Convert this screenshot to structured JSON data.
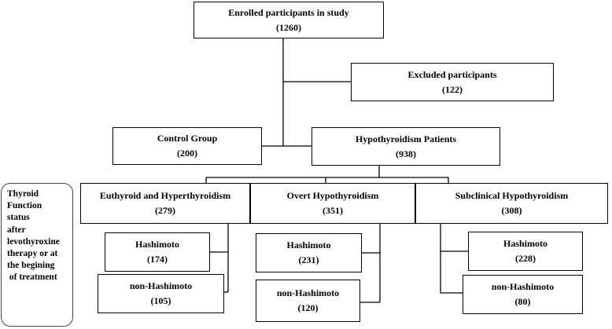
{
  "enrolled": {
    "label": "Enrolled participants in study",
    "count": "(1260)"
  },
  "excluded": {
    "label": "Excluded participants",
    "count": "(122)"
  },
  "control": {
    "label": "Control Group",
    "count": "(200)"
  },
  "hypo": {
    "label": "Hypothyroidism Patients",
    "count": "(938)"
  },
  "groups": [
    {
      "label": "Euthyroid and Hyperthyroidism",
      "count": "(279)",
      "hashimoto": {
        "label": "Hashimoto",
        "count": "(174)"
      },
      "non_hashimoto": {
        "label": "non-Hashimoto",
        "count": "(105)"
      }
    },
    {
      "label": "Overt Hypothyroidism",
      "count": "(351)",
      "hashimoto": {
        "label": "Hashimoto",
        "count": "(231)"
      },
      "non_hashimoto": {
        "label": "non-Hashimoto",
        "count": "(120)"
      }
    },
    {
      "label": "Subclinical Hypothyroidism",
      "count": "(308)",
      "hashimoto": {
        "label": "Hashimoto",
        "count": "(228)"
      },
      "non_hashimoto": {
        "label": "non-Hashimoto",
        "count": "(80)"
      }
    }
  ],
  "side_note": {
    "lines": [
      "Thyroid",
      "Function",
      "status",
      "after",
      "levothyroxine",
      "therapy or at",
      "the begining",
      " of treatment"
    ]
  }
}
